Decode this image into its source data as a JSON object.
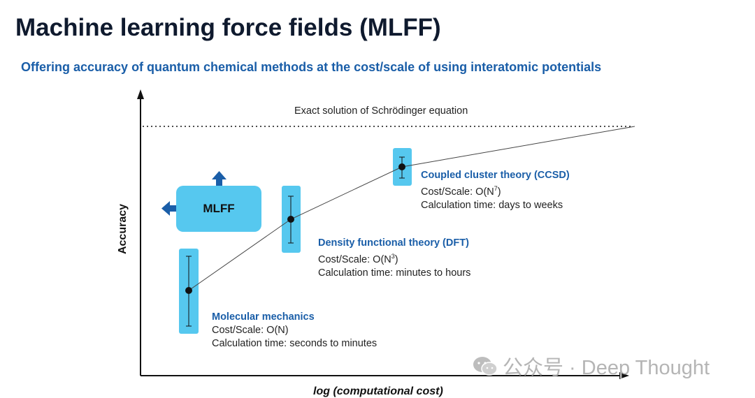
{
  "title": "Machine learning force fields (MLFF)",
  "subtitle": "Offering accuracy of quantum chemical methods at the cost/scale of using interatomic potentials",
  "axes": {
    "y_label": "Accuracy",
    "x_label": "log (computational cost)"
  },
  "exact_line_label": "Exact solution of Schrödinger equation",
  "mlff_box": {
    "label": "MLFF"
  },
  "methods": [
    {
      "name": "Molecular mechanics",
      "cost": "Cost/Scale: O(N)",
      "time": "Calculation time: seconds to minutes"
    },
    {
      "name": "Density functional theory (DFT)",
      "cost_prefix": "Cost/Scale: O(N",
      "cost_exp": "3",
      "cost_suffix": ")",
      "time": "Calculation time: minutes to hours"
    },
    {
      "name": "Coupled cluster theory (CCSD)",
      "cost_prefix": "Cost/Scale: O(N",
      "cost_exp": "7",
      "cost_suffix": ")",
      "time": "Calculation time: days to weeks"
    }
  ],
  "watermark": "公众号 · Deep Thought",
  "colors": {
    "box": "#56c8ef",
    "arrow": "#1a5ea8",
    "heading": "#1a5ea8"
  }
}
